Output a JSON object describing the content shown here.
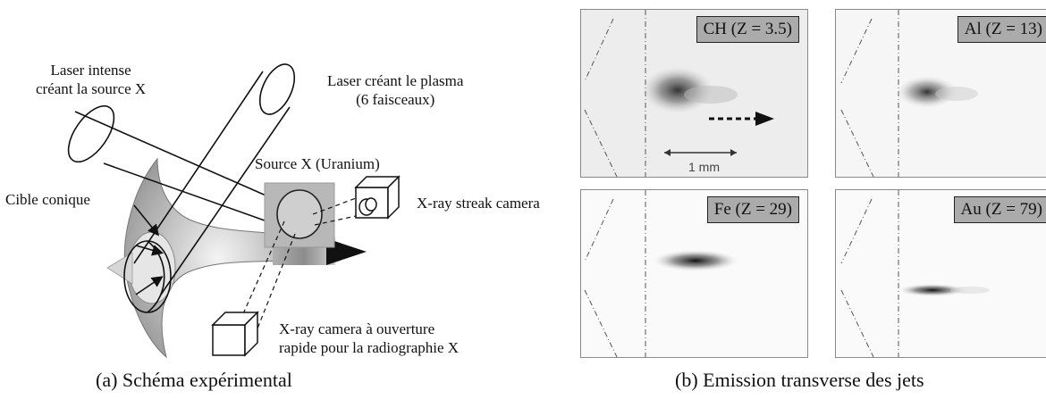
{
  "left_figure": {
    "labels": {
      "laser_source": [
        "Laser intense",
        "créant la source X"
      ],
      "laser_plasma": [
        "Laser créant le plasma",
        "(6 faisceaux)"
      ],
      "source": "Source X (Uranium)",
      "target": "Cible conique",
      "streak": "X-ray streak camera",
      "camera": [
        "X-ray camera à ouverture",
        "rapide pour la radiographie X"
      ]
    },
    "caption": "(a) Schéma expérimental"
  },
  "right_figure": {
    "panels": [
      {
        "label": "CH (Z = 3.5)"
      },
      {
        "label": "Al (Z = 13)"
      },
      {
        "label": "Fe (Z = 29)"
      },
      {
        "label": "Au (Z = 79)"
      }
    ],
    "scale": "1 mm",
    "caption": "(b) Emission transverse des jets"
  }
}
